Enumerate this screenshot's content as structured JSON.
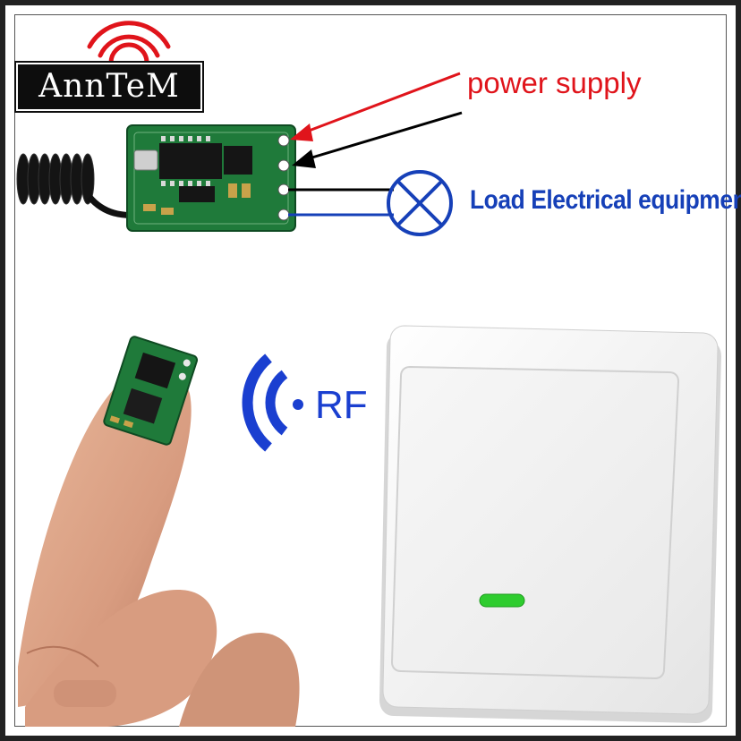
{
  "brand": {
    "name": "AnnTeM"
  },
  "labels": {
    "power_supply": "power supply",
    "load": "Load Electrical equipment",
    "rf": "RF"
  },
  "colors": {
    "brand_wave": "#e0141b",
    "power_arrow": "#e0141b",
    "load_lines": "#1640b8",
    "rf_signal": "#1a3fd0",
    "switch_led": "#2ecc2e"
  },
  "icons": [
    "wifi-signal-icon",
    "lamp-cross-icon",
    "rf-signal-icon"
  ]
}
